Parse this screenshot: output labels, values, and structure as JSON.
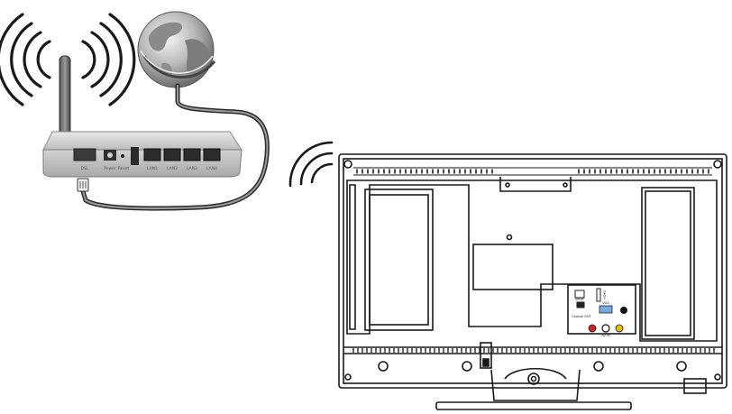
{
  "diagram": {
    "router": {
      "port_labels": {
        "dsl": "DSL",
        "power": "Power",
        "reset": "Reset",
        "lan1": "LAN1",
        "lan2": "LAN2",
        "lan3": "LAN3",
        "lan4": "LAN4"
      }
    },
    "tv": {
      "panel_labels": {
        "spdif": "SPDIF",
        "hdmi": "HDMI",
        "vga": "VGA",
        "coaxial_out": "Coaxial OUT",
        "av_in": "AV IN"
      }
    },
    "icons": [
      "wifi-signal-icon",
      "globe-icon",
      "ethernet-plug-icon",
      "wifi-signal-icon"
    ]
  }
}
